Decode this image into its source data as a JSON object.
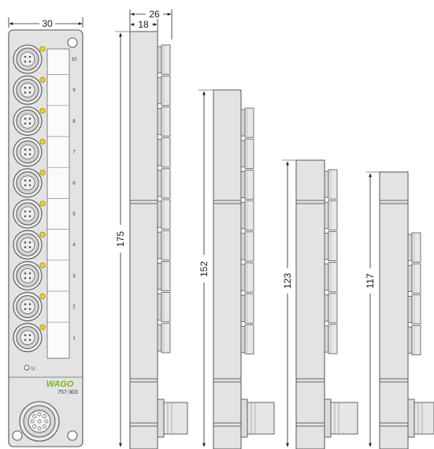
{
  "front_view": {
    "width_dim": "30",
    "port_numbers": [
      "10",
      "9",
      "8",
      "7",
      "6",
      "5",
      "4",
      "3",
      "2",
      "1"
    ],
    "led_label": "U",
    "brand": "WAGO",
    "model": "757-303"
  },
  "side_views": {
    "dims": {
      "overall_depth": "26",
      "body_depth": "18",
      "h175": "175",
      "h152": "152",
      "h123": "123",
      "h117": "117"
    }
  },
  "colors": {
    "housing": "#e3e3e3",
    "outline": "#555555",
    "led": "#f2d21f",
    "brand_green": "#7ab51d"
  }
}
